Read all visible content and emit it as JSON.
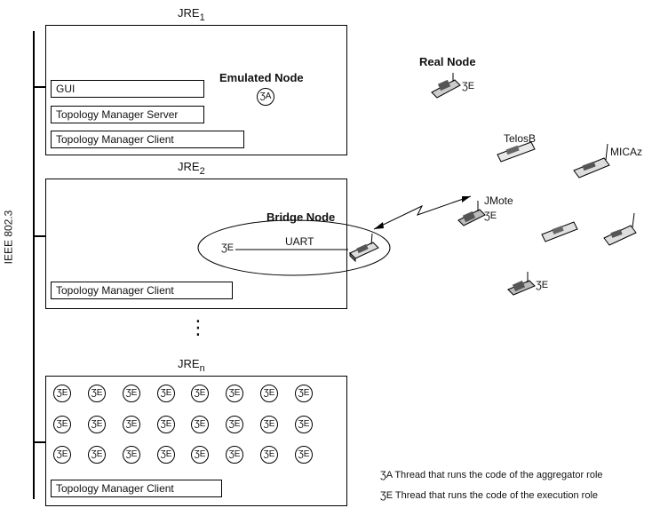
{
  "bus_label": "IEEE 802.3",
  "jre1": {
    "name": "JRE",
    "sub": "1",
    "gui": "GUI",
    "tm_server": "Topology Manager Server",
    "tm_client": "Topology Manager Client",
    "emulated_node": "Emulated Node",
    "emulated_thread": "ƷA"
  },
  "jre2": {
    "name": "JRE",
    "sub": "2",
    "bridge_node": "Bridge Node",
    "uart": "UART",
    "thread": "ƷE",
    "tm_client": "Topology Manager Client"
  },
  "ellipsis": "⋮",
  "jren": {
    "name": "JRE",
    "sub": "n",
    "thread": "ƷE",
    "tm_client": "Topology Manager Client"
  },
  "real_nodes": {
    "real_node": "Real Node",
    "telosb": "TelosB",
    "micaz": "MICAz",
    "jmote": "JMote",
    "thread": "ƷE"
  },
  "legend": {
    "a_symbol": "ƷA",
    "a_text": "Thread that runs the code of the aggregator role",
    "e_symbol": "ƷE",
    "e_text": "Thread that runs the code of the execution role"
  }
}
